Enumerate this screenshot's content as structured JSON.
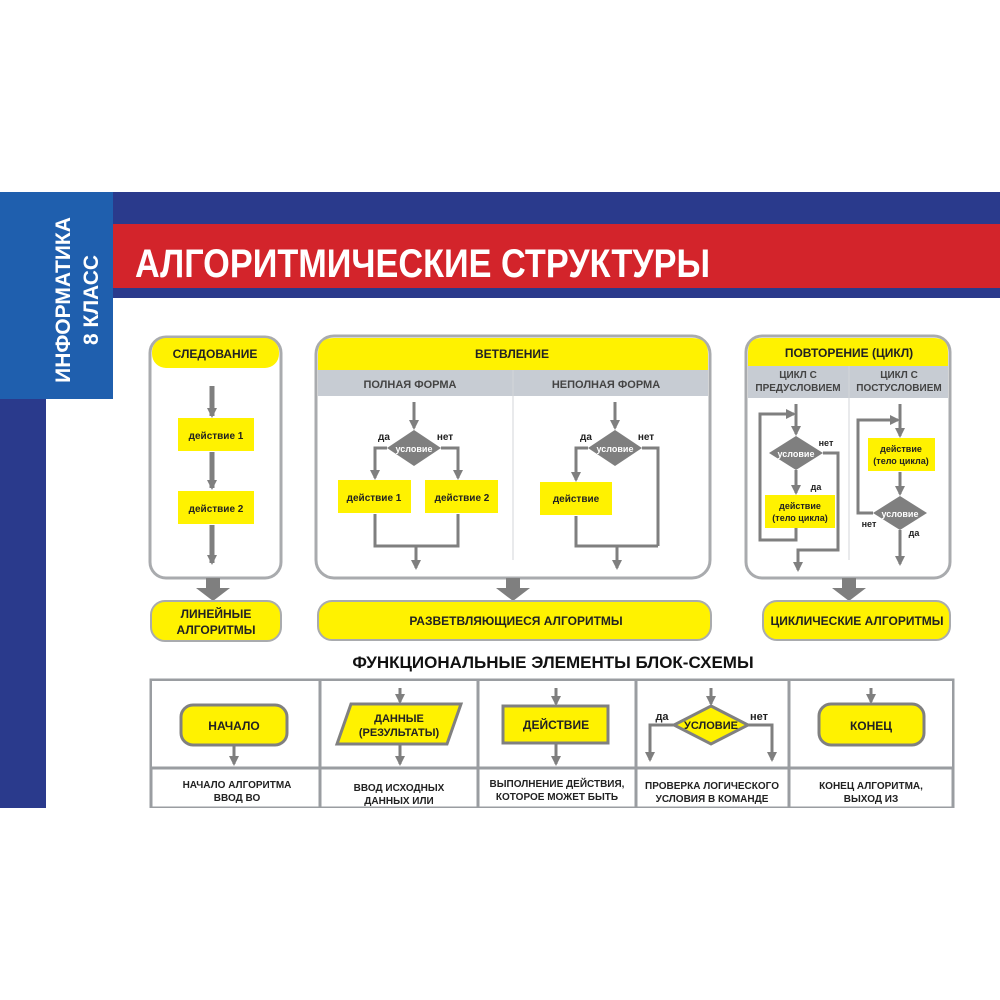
{
  "header": {
    "side_label_line1": "ИНФОРМАТИКА",
    "side_label_line2": "8 КЛАСС",
    "title": "АЛГОРИТМИЧЕСКИЕ  СТРУКТУРЫ"
  },
  "colors": {
    "navy": "#2a3a8c",
    "side_blue": "#1f5fae",
    "red": "#d3242b",
    "yellow": "#fff200",
    "gray": "#808080",
    "band": "#c7ccd3"
  },
  "sequence": {
    "title": "СЛЕДОВАНИЕ",
    "action1": "действие 1",
    "action2": "действие 2",
    "result_line1": "ЛИНЕЙНЫЕ",
    "result_line2": "АЛГОРИТМЫ"
  },
  "branching": {
    "title": "ВЕТВЛЕНИЕ",
    "full_form": "ПОЛНАЯ ФОРМА",
    "partial_form": "НЕПОЛНАЯ ФОРМА",
    "yes": "да",
    "no": "нет",
    "condition": "условие",
    "action1": "действие 1",
    "action2": "действие 2",
    "action": "действие",
    "result": "РАЗВЕТВЛЯЮЩИЕСЯ АЛГОРИТМЫ"
  },
  "loop": {
    "title": "ПОВТОРЕНИЕ (ЦИКЛ)",
    "pre_line1": "ЦИКЛ С",
    "pre_line2": "ПРЕДУСЛОВИЕМ",
    "post_line1": "ЦИКЛ С",
    "post_line2": "ПОСТУСЛОВИЕМ",
    "yes": "да",
    "no": "нет",
    "condition": "условие",
    "body_line1": "действие",
    "body_line2": "(тело цикла)",
    "result": "ЦИКЛИЧЕСКИЕ АЛГОРИТМЫ"
  },
  "elements": {
    "title": "ФУНКЦИОНАЛЬНЫЕ ЭЛЕМЕНТЫ БЛОК-СХЕМЫ",
    "start": "НАЧАЛО",
    "data_line1": "ДАННЫЕ",
    "data_line2": "(РЕЗУЛЬТАТЫ)",
    "action": "ДЕЙСТВИЕ",
    "yes": "да",
    "no": "нет",
    "condition": "УСЛОВИЕ",
    "end": "КОНЕЦ",
    "desc_start_line1": "НАЧАЛО АЛГОРИТМА",
    "desc_start_line2": "ВВОД ВО",
    "desc_data_line1": "ВВОД ИСХОДНЫХ",
    "desc_data_line2": "ДАННЫХ ИЛИ",
    "desc_action_line1": "ВЫПОЛНЕНИЕ ДЕЙСТВИЯ,",
    "desc_action_line2": "КОТОРОЕ МОЖЕТ БЫТЬ",
    "desc_condition_line1": "ПРОВЕРКА ЛОГИЧЕСКОГО",
    "desc_condition_line2": "УСЛОВИЯ В КОМАНДЕ",
    "desc_end_line1": "КОНЕЦ АЛГОРИТМА,",
    "desc_end_line2": "ВЫХОД ИЗ"
  }
}
